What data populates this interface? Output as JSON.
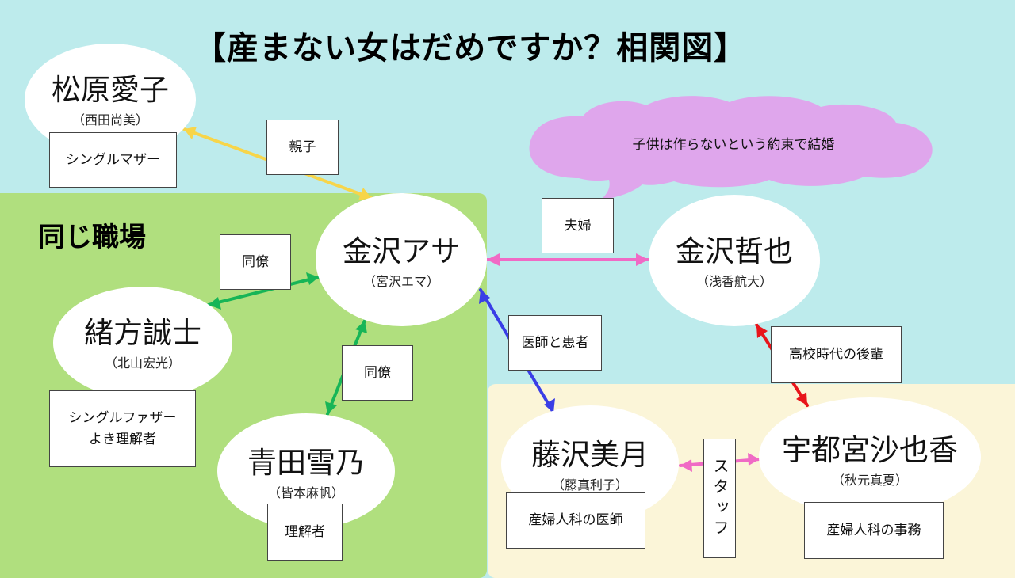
{
  "title": "【産まない女はだめですか？相関図】",
  "region_label": "同じ職場",
  "bubble": "子供は作らないという約束で結婚",
  "characters": {
    "matsubara": {
      "name": "松原愛子",
      "actor": "（西田尚美）"
    },
    "kanazawa_asa": {
      "name": "金沢アサ",
      "actor": "（宮沢エマ）"
    },
    "kanazawa_tetsuya": {
      "name": "金沢哲也",
      "actor": "（浅香航大）"
    },
    "ogata": {
      "name": "緒方誠士",
      "actor": "（北山宏光）"
    },
    "aoda": {
      "name": "青田雪乃",
      "actor": "（皆本麻帆）"
    },
    "fujisawa": {
      "name": "藤沢美月",
      "actor": "（藤真利子）"
    },
    "utsunomiya": {
      "name": "宇都宮沙也香",
      "actor": "（秋元真夏）"
    }
  },
  "roles": {
    "matsubara": "シングルマザー",
    "ogata_line1": "シングルファザー",
    "ogata_line2": "よき理解者",
    "aoda": "理解者",
    "fujisawa": "産婦人科の医師",
    "utsunomiya": "産婦人科の事務"
  },
  "relations": {
    "parent_child": "親子",
    "coworker_1": "同僚",
    "coworker_2": "同僚",
    "married": "夫婦",
    "doctor_patient": "医師と患者",
    "kohai": "高校時代の後輩",
    "staff": "スタッフ"
  },
  "colors": {
    "background": "#bdebec",
    "workplace": "#b0df7e",
    "hospital": "#fbf5d8",
    "bubble": "#dfa6ec",
    "parent_child_arrow": "#f7d54a",
    "coworker_arrow": "#17b557",
    "married_arrow": "#f06ac5",
    "doctor_arrow": "#3a3ee6",
    "kohai_arrow": "#e8151b",
    "staff_arrow": "#f06ac5"
  }
}
